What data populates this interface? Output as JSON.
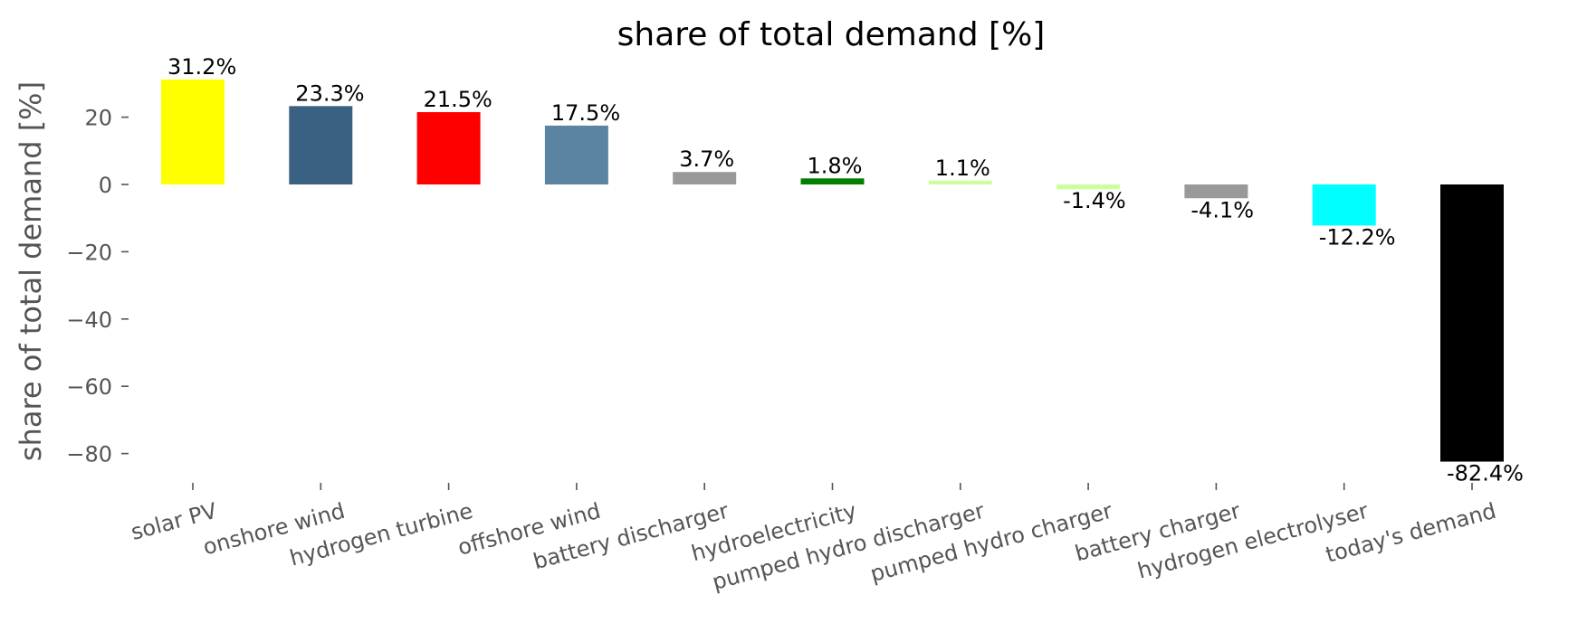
{
  "chart_data": {
    "type": "bar",
    "title": "share of total demand [%]",
    "xlabel": "",
    "ylabel": "share of total demand [%]",
    "ylim": [
      -89,
      35
    ],
    "yticks": [
      20,
      0,
      -20,
      -40,
      -60,
      -80
    ],
    "ytick_labels": [
      "20",
      "0",
      "−20",
      "−40",
      "−60",
      "−80"
    ],
    "grid": false,
    "categories": [
      "solar PV",
      "onshore wind",
      "hydrogen turbine",
      "offshore wind",
      "battery discharger",
      "hydroelectricity",
      "pumped hydro discharger",
      "pumped hydro charger",
      "battery charger",
      "hydrogen electrolyser",
      "today's demand"
    ],
    "values": [
      31.2,
      23.3,
      21.5,
      17.5,
      3.7,
      1.8,
      1.1,
      -1.4,
      -4.1,
      -12.2,
      -82.4
    ],
    "data_labels": [
      "31.2%",
      "23.3%",
      "21.5%",
      "17.5%",
      "3.7%",
      "1.8%",
      "1.1%",
      "-1.4%",
      "-4.1%",
      "-12.2%",
      "-82.4%"
    ],
    "colors": [
      "#ffff00",
      "#3b6182",
      "#ff0000",
      "#5b84a3",
      "#999999",
      "#008000",
      "#ccff99",
      "#ccff99",
      "#999999",
      "#00ffff",
      "#000000"
    ]
  }
}
